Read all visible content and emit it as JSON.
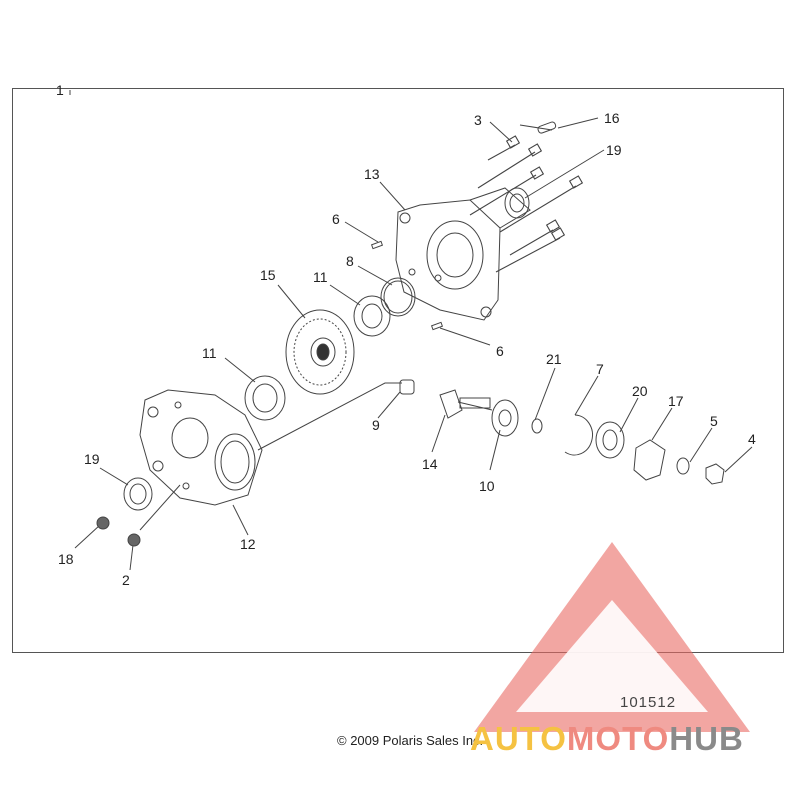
{
  "callouts": [
    {
      "id": "1",
      "label": "1"
    },
    {
      "id": "3",
      "label": "3"
    },
    {
      "id": "16",
      "label": "16"
    },
    {
      "id": "13",
      "label": "13"
    },
    {
      "id": "19a",
      "label": "19"
    },
    {
      "id": "6a",
      "label": "6"
    },
    {
      "id": "8",
      "label": "8"
    },
    {
      "id": "15",
      "label": "15"
    },
    {
      "id": "11a",
      "label": "11"
    },
    {
      "id": "6b",
      "label": "6"
    },
    {
      "id": "11b",
      "label": "11"
    },
    {
      "id": "21",
      "label": "21"
    },
    {
      "id": "7",
      "label": "7"
    },
    {
      "id": "20",
      "label": "20"
    },
    {
      "id": "17",
      "label": "17"
    },
    {
      "id": "5",
      "label": "5"
    },
    {
      "id": "4",
      "label": "4"
    },
    {
      "id": "9",
      "label": "9"
    },
    {
      "id": "14",
      "label": "14"
    },
    {
      "id": "10",
      "label": "10"
    },
    {
      "id": "19b",
      "label": "19"
    },
    {
      "id": "12",
      "label": "12"
    },
    {
      "id": "18",
      "label": "18"
    },
    {
      "id": "2",
      "label": "2"
    }
  ],
  "diagram_number": "101512",
  "copyright": "© 2009 Polaris Sales Inc.",
  "watermark": {
    "part1": "AUTO",
    "part2": "MOTO",
    "part3": "HUB"
  },
  "colors": {
    "line": "#444444",
    "watermark_red": "#ea6b64",
    "watermark_yellow": "#f5c242",
    "watermark_gray": "#8a8a8a"
  }
}
